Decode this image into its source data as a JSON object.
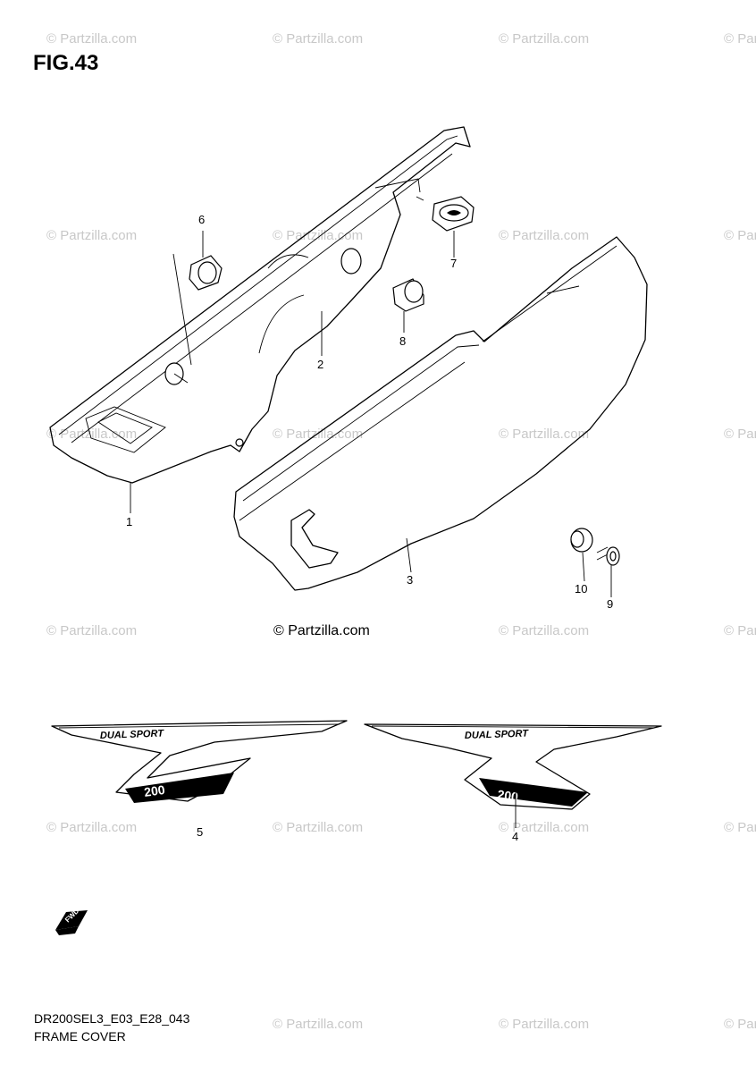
{
  "figure": {
    "title": "FIG.43",
    "copyright": "© Partzilla.com",
    "watermark": "© Partzilla.com"
  },
  "callouts": [
    "1",
    "2",
    "3",
    "4",
    "5",
    "6",
    "7",
    "8",
    "9",
    "10"
  ],
  "graphics": {
    "decal_text": "DUAL SPORT",
    "decal_model": "200",
    "fwd_text": "FWD"
  },
  "footer": {
    "code": "DR200SEL3_E03_E28_043",
    "caption": "FRAME COVER"
  }
}
